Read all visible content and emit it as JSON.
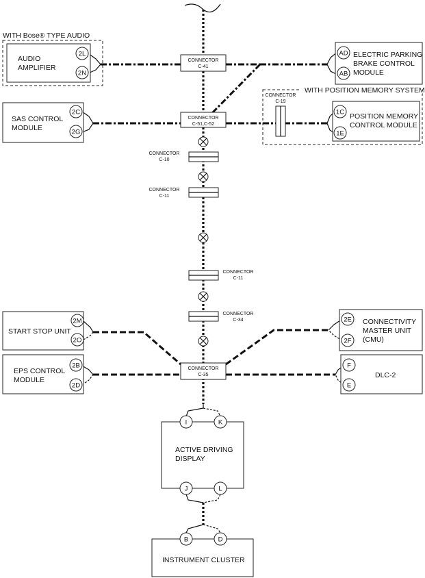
{
  "groups": {
    "bose": "WITH Bose® TYPE AUDIO",
    "position_memory": "WITH POSITION MEMORY SYSTEM"
  },
  "modules": {
    "audio_amplifier": [
      "AUDIO",
      "AMPLIFIER"
    ],
    "epb": [
      "ELECTRIC PARKING",
      "BRAKE CONTROL",
      "MODULE"
    ],
    "sas": [
      "SAS CONTROL",
      "MODULE"
    ],
    "position_memory": [
      "POSITION MEMORY",
      "CONTROL MODULE"
    ],
    "start_stop": [
      "START STOP UNIT"
    ],
    "cmu": [
      "CONNECTIVITY",
      "MASTER UNIT",
      "(CMU)"
    ],
    "eps": [
      "EPS CONTROL",
      "MODULE"
    ],
    "dlc2": [
      "DLC-2"
    ],
    "active_driving_display": [
      "ACTIVE DRIVING",
      "DISPLAY"
    ],
    "instrument_cluster": [
      "INSTRUMENT CLUSTER"
    ]
  },
  "pins": {
    "audio_top": "2L",
    "audio_bottom": "2N",
    "epb_top": "AD",
    "epb_bottom": "AB",
    "sas_top": "2C",
    "sas_bottom": "2G",
    "pm_top": "1C",
    "pm_bottom": "1E",
    "ss_top": "2M",
    "ss_bottom": "2O",
    "cmu_top": "2E",
    "cmu_bottom": "2F",
    "eps_top": "2B",
    "eps_bottom": "2D",
    "dlc_top": "F",
    "dlc_bottom": "E",
    "add_top_left": "I",
    "add_top_right": "K",
    "add_bottom_left": "J",
    "add_bottom_right": "L",
    "ic_left": "B",
    "ic_right": "D"
  },
  "connectors": {
    "c41": [
      "CONNECTOR",
      "C-41"
    ],
    "c51": [
      "CONNECTOR",
      "C-51,C-52"
    ],
    "c19": [
      "CONNECTOR",
      "C-19"
    ],
    "c10": [
      "CONNECTOR",
      "C-10"
    ],
    "c11a": [
      "CONNECTOR",
      "C-11"
    ],
    "c11b": [
      "CONNECTOR",
      "C-11"
    ],
    "c34": [
      "CONNECTOR",
      "C-34"
    ],
    "c35": [
      "CONNECTOR",
      "C-35"
    ]
  }
}
